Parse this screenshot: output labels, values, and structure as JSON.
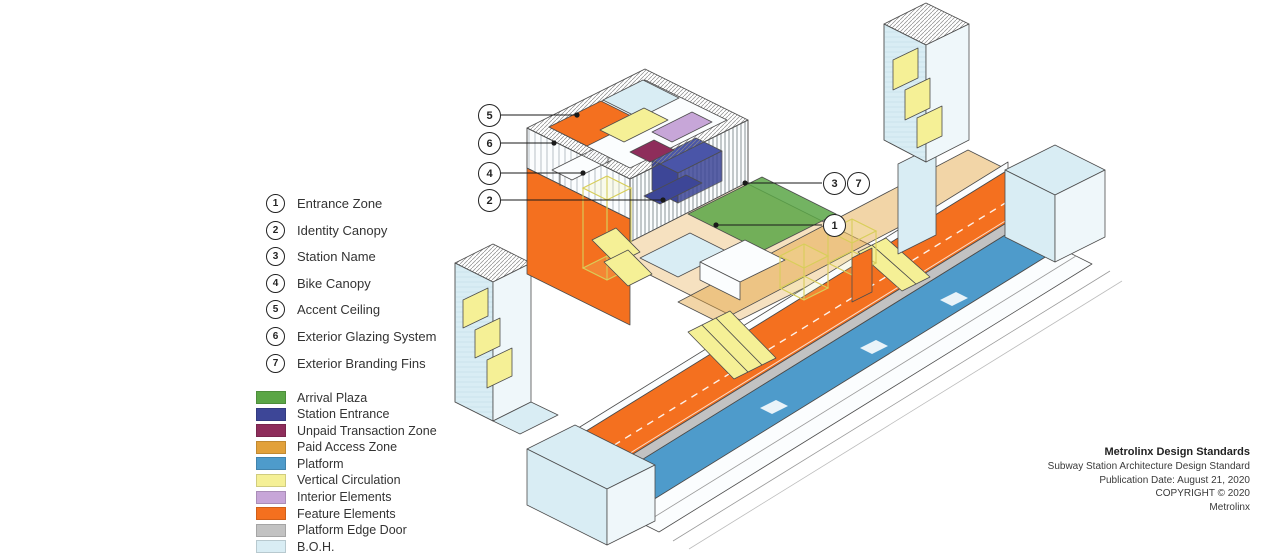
{
  "callouts": {
    "items": [
      {
        "num": "1",
        "label": "Entrance Zone"
      },
      {
        "num": "2",
        "label": "Identity Canopy"
      },
      {
        "num": "3",
        "label": "Station Name"
      },
      {
        "num": "4",
        "label": "Bike Canopy"
      },
      {
        "num": "5",
        "label": "Accent Ceiling"
      },
      {
        "num": "6",
        "label": "Exterior Glazing System"
      },
      {
        "num": "7",
        "label": "Exterior Branding Fins"
      }
    ]
  },
  "color_legend": {
    "items": [
      {
        "label": "Arrival Plaza",
        "color": "#5BA646"
      },
      {
        "label": "Station Entrance",
        "color": "#3D4697"
      },
      {
        "label": "Unpaid Transaction Zone",
        "color": "#8E2D5B"
      },
      {
        "label": "Paid Access Zone",
        "color": "#E2A13B"
      },
      {
        "label": "Platform",
        "color": "#4E9BCB"
      },
      {
        "label": "Vertical Circulation",
        "color": "#F5F096"
      },
      {
        "label": "Interior Elements",
        "color": "#C7A6D8"
      },
      {
        "label": "Feature Elements",
        "color": "#F4701F"
      },
      {
        "label": "Platform Edge Door",
        "color": "#C2C2C2"
      },
      {
        "label": "B.O.H.",
        "color": "#D9EDF4"
      }
    ]
  },
  "footer": {
    "title": "Metrolinx Design Standards",
    "subtitle": "Subway Station Architecture Design Standard",
    "publication": "Publication Date: August 21, 2020",
    "copyright": "COPYRIGHT © 2020",
    "org": "Metrolinx"
  }
}
